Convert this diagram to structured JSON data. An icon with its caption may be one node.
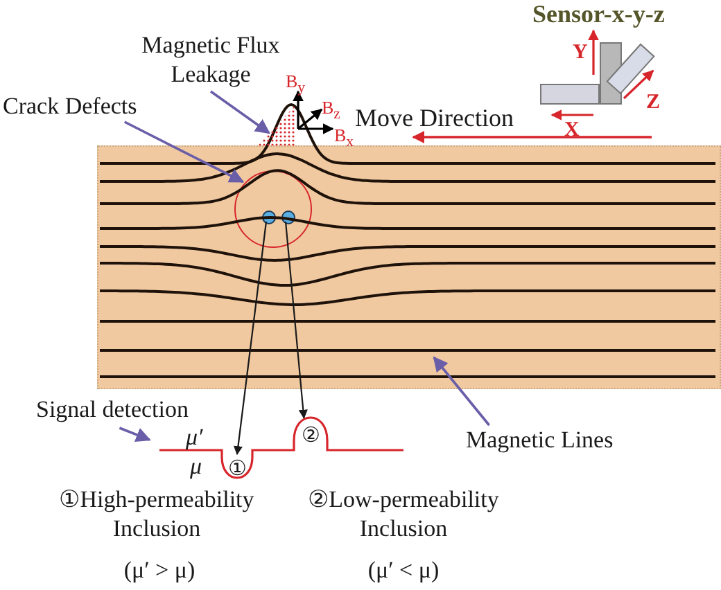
{
  "diagram": {
    "nodes": [
      {
        "text": [
          "Magnetic Flux Leakage"
        ]
      },
      {
        "text": [],
        "shape": "triangle"
      },
      {
        "text": [
          "Crack Defects"
        ]
      },
      {
        "text": [],
        "shape": "box"
      },
      {
        "text": [],
        "shape": "circle",
        "in": 3
      },
      {
        "text": [],
        "shape": "circle",
        "in": 4
      },
      {
        "text": [],
        "shape": "circle",
        "in": 4
      },
      {
        "text": [
          "Signal detection"
        ]
      },
      {
        "text": [],
        "shape": "line"
      },
      {
        "text": [
          "①"
        ],
        "in": 8
      },
      {
        "text": [
          "②"
        ],
        "in": 8
      },
      {
        "text": [
          "Magnetic Lines"
        ]
      }
    ],
    "edges": [
      {
        "from": 0,
        "to": 1,
        "arrow": "to"
      },
      {
        "from": 2,
        "to": 4,
        "arrow": "to"
      },
      {
        "from": 11,
        "to": 3,
        "arrow": "to"
      },
      {
        "from": 7,
        "to": 8,
        "arrow": "to"
      },
      {
        "from": 5,
        "to": 9,
        "arrow": "to",
        "color": "#1a1a1a"
      },
      {
        "from": 6,
        "to": 10,
        "arrow": "to",
        "color": "#1a1a1a"
      }
    ],
    "labels": [
      "B$_{y}$",
      "B$_{z}$",
      "B$_{x}$",
      "Move Direction",
      "Sensor-x-y-z",
      "Y",
      "Z",
      "X",
      "μ′",
      "μ",
      "①High-permeability Inclusion",
      "(μ′ > μ)",
      "②Low-permeability Inclusion",
      "(μ′ < μ)"
    ]
  }
}
